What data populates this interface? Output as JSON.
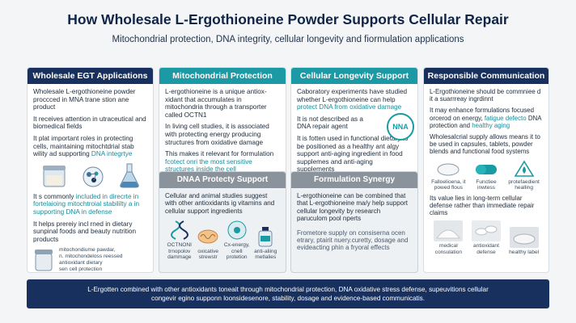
{
  "header": {
    "title": "How Wholesale L-Ergothioneine Powder Supports Cellular Repair",
    "subtitle": "Mitochondrial protection, DNA integrity, cellular longevity and fiormulation applications"
  },
  "col1": {
    "heading": "Wholesale EGT Applications",
    "p1": "Wholesale L-ergothioneine powder proccced in MNA trane stion ane product",
    "p2": "It receives attention in utraceutical and biomedical fields",
    "p3_a": "It plat important roles in protecting cells, maintaining mitochtdrial stab wility ad supporting ",
    "p3_b": "DNA integrtye",
    "p4_a": "It s commonly ",
    "p4_b": "included in direcrte in fortelaioing mitochtroial stabililty a in supporting DNA in defense",
    "p5": "It helps prereiy incl rned in dietary sunpinal foods and beauty nutrition products",
    "bullets": [
      "mitochondiume pawdar,",
      "n. mitochondeloss reessed",
      "antioxidant dietary",
      "sen cell protection"
    ]
  },
  "col2": {
    "heading": "Mitochondrial Protection",
    "p1": "L-ergothioneine is a unique antiox- xidant that accumulates in mitochondria through a transporter called OCTN1",
    "p2": "In living cell studies, it is associated with protecting energy producing structures from oxidative damage",
    "p3_a": "This makes it relevant for formulation ",
    "p3_b": "fcotect onri the most sensitive structures inside the cell",
    "sub": {
      "heading": "DNAA Protecty Support",
      "p1": "Cellular and animal studies suggest with other antioxidants ig vitamins and cellular support ingredients",
      "icons": [
        {
          "label": "OCTNONI trnopolov dammage"
        },
        {
          "label": "oxicative strewstr"
        },
        {
          "label": "Cx-energy, cnell protetion"
        },
        {
          "label": "anti-aliing metlalies"
        }
      ]
    }
  },
  "col3": {
    "heading": "Cellular Longevity Support",
    "p1_a": "Caboratory experiments have studied whether L-ergothioneine can help ",
    "p1_b": "protect DNA from oxidative damage",
    "badge": "NNA",
    "p2": "It is not described as a DNA repair agent",
    "p3": "It is fotten used in functional dietary to be positioned as a healthy ant algy support anti-aging ingredient in food supplemes and anti-aging supplements",
    "sub": {
      "heading": "Formulation Synergy",
      "p1": "L-ergothioneine can be combined that that L-ergothioneine ma/y help support cellular longevity by research paruculom pool nperts",
      "p2": "Frometore supply on consiserna ocen etrary, ptairit nuery.curetty, dosage and evideacting phin a fryoral effects"
    }
  },
  "col4": {
    "heading": "Responsible Communication",
    "p1": "L-Ergothioneine should be commniee d it a suarrreay ingrdinnt",
    "p2_a": "It may enhance formulations focused orcerod on energy, ",
    "p2_b": "fatigue defecto",
    "p2_c": "DNA protection and ",
    "p2_d": "healthy aging",
    "p3": "Wholesalcrial supply allows means it to be used in capsules, tablets, powder blends and functional food systems",
    "formats": [
      {
        "label": "Falloelioena, it powed flous"
      },
      {
        "label": "Functiee inwtess"
      },
      {
        "label": "protefaedient healling"
      }
    ],
    "p4": "Its value lies in long-term cellular defense rather than immediate repair claims",
    "claims": [
      {
        "label": "medical consulation"
      },
      {
        "label": "antioxidant defense"
      },
      {
        "label": "healthy label"
      }
    ]
  },
  "footer": {
    "line1": "L-Ergotten combined with other antioxidants toneait through mitochondrial protection, DNA oxidative stress defense, supeuvitions cellular",
    "line2": "congevir egino supponn loonsidesenore, stability, dosage and evidence-based communicatis."
  },
  "colors": {
    "navy": "#17305e",
    "teal": "#1b9aa5",
    "gray": "#8a939c"
  }
}
